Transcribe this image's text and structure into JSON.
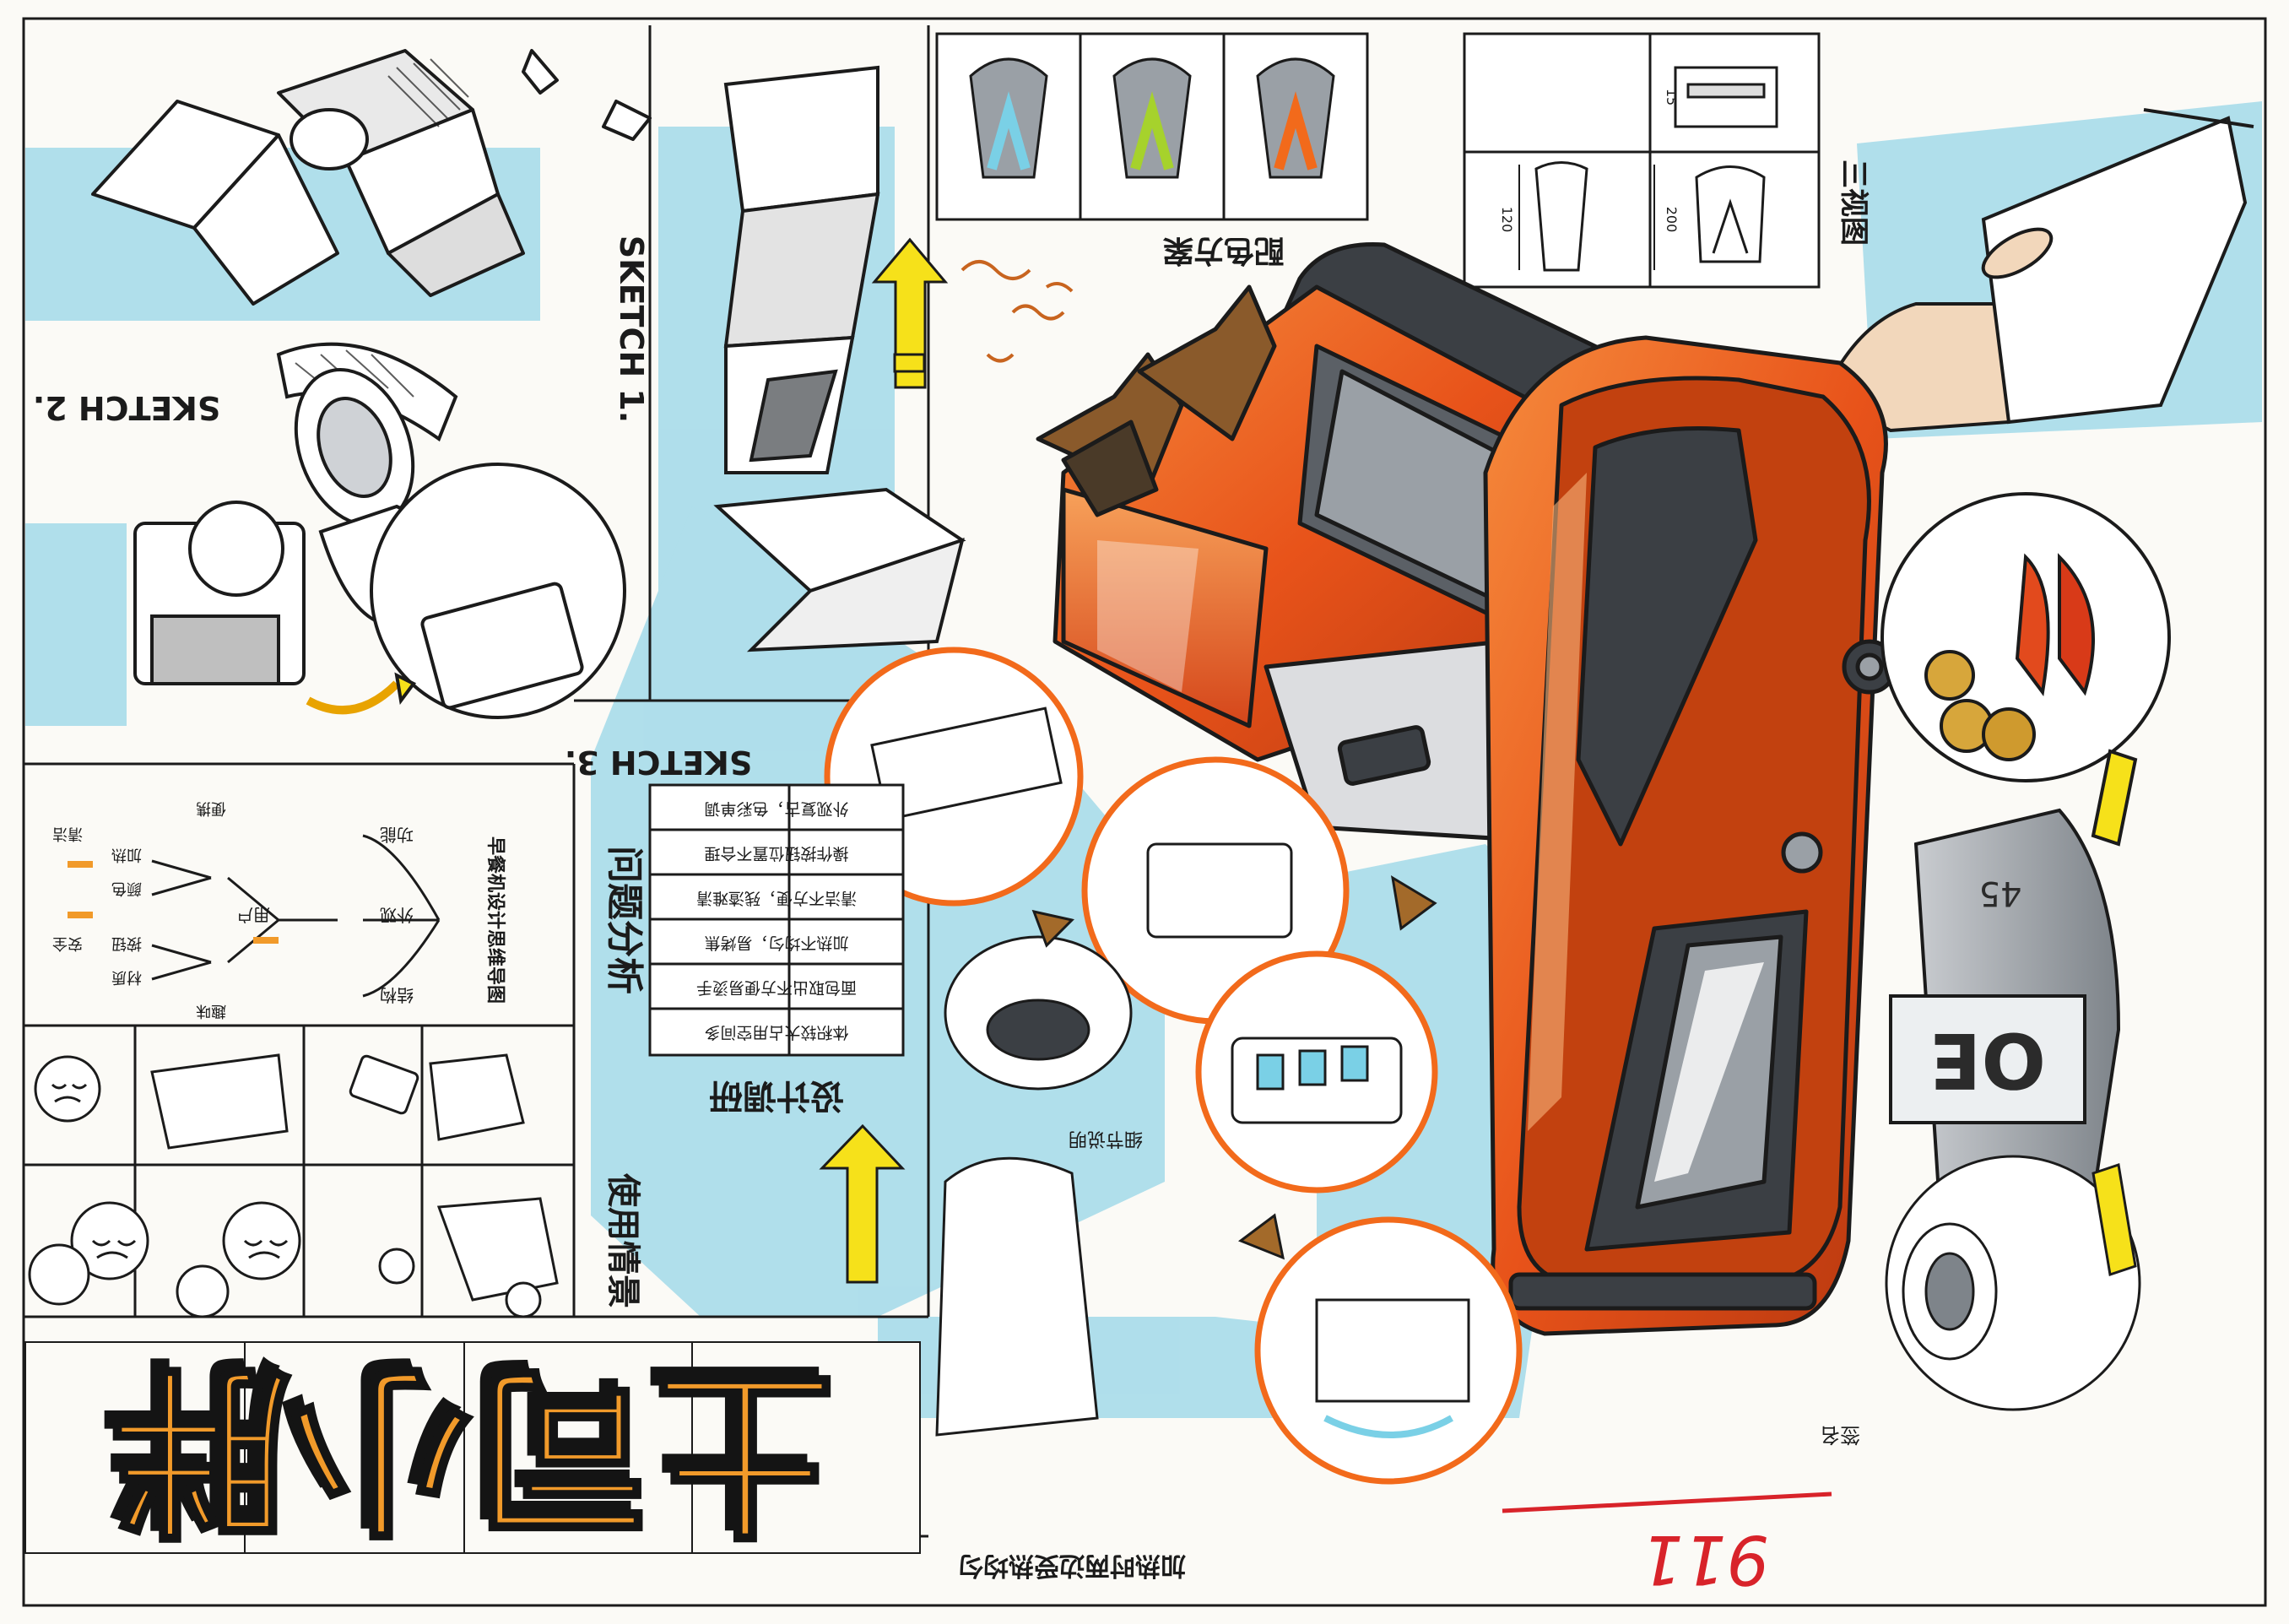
{
  "title": "土司小胖",
  "title_colors": {
    "fill": "#f19a2a",
    "shadow": "#141414"
  },
  "page_number": "911",
  "labels": {
    "sketch_1": "SKETCH 1.",
    "sketch_2": "SKETCH 2.",
    "sketch_3": "SKETCH 3.",
    "color_scheme": "配色方案",
    "three_views": "三视图",
    "survey": "设计调研",
    "analysis": "问题分析",
    "storyboard": "使用情景",
    "detail_note": "细节说明",
    "footer_note": "加热时两边受热均匀",
    "signature": "签名",
    "dim_a": "120",
    "dim_b": "200",
    "dim_c": "15",
    "dial_number": "45",
    "dial_letters": "OE"
  },
  "survey_rows": [
    "外观复古，色彩单调",
    "操作按钮位置不合理",
    "清洁不方便，残渣难清",
    "加热不均匀，易烤焦",
    "面包取出不方便易烫手",
    "体积较大占用空间多"
  ],
  "mindmap": {
    "root": "早餐机设计思维导图",
    "branches": [
      "功能",
      "外观",
      "结构",
      "用户"
    ],
    "leaves": [
      "加热",
      "颜色",
      "按钮",
      "材质",
      "清洁",
      "安全",
      "便携",
      "趣味"
    ]
  },
  "palette": {
    "primary": "#f26a1b",
    "primary_dark": "#b8380f",
    "charcoal": "#3b3f44",
    "sky": "#a7dbea",
    "lime": "#a6d22c",
    "yellow": "#f6e11a",
    "gray": "#9aa0a6",
    "paper": "#fbfaf6",
    "ink": "#1b1b1b"
  }
}
